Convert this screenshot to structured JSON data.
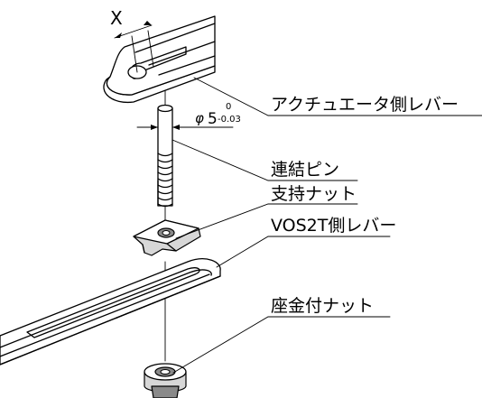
{
  "labels": {
    "dimension_x": "X",
    "actuator_lever": "アクチュエータ側レバー",
    "diameter_symbol": "φ",
    "diameter_value": "5",
    "tol_upper": "0",
    "tol_lower": "-0.03",
    "connecting_pin": "連結ピン",
    "support_nut": "支持ナット",
    "vos2t_lever": "VOS2T側レバー",
    "washer_nut": "座金付ナット"
  }
}
